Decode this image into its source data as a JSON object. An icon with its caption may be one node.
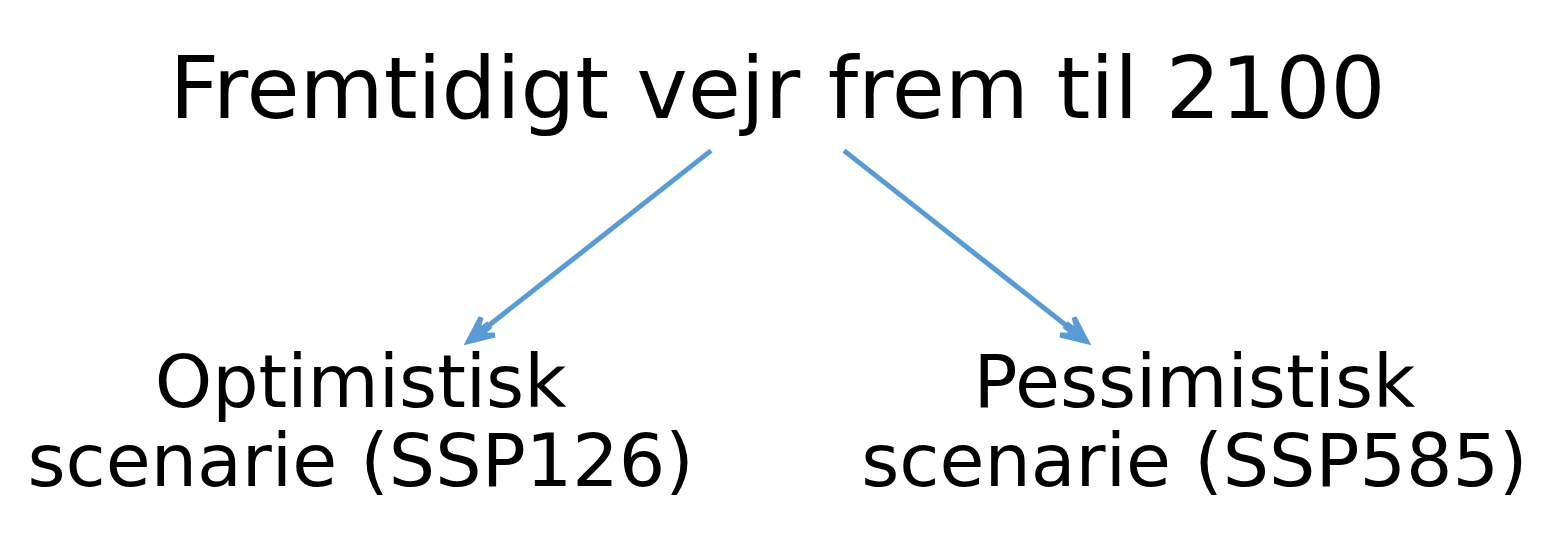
{
  "diagram": {
    "nodes": [
      {
        "text": [
          "Fremtidigt vejr frem til 2100"
        ]
      },
      {
        "text": [
          "Optimistisk scenarie (SSP126)"
        ]
      },
      {
        "text": [
          "Pessimistisk scenarie (SSP585)"
        ]
      }
    ],
    "edges": [
      {
        "from": 0,
        "to": 1,
        "arrow": "to"
      },
      {
        "from": 0,
        "to": 2,
        "arrow": "to"
      }
    ]
  }
}
